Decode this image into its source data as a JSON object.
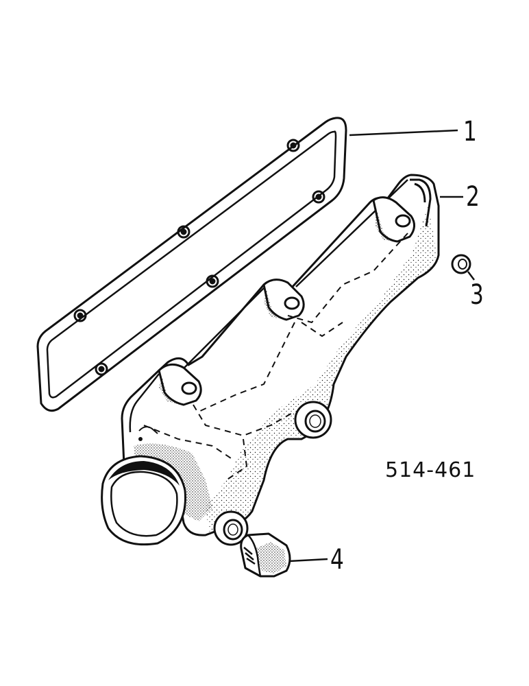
{
  "diagram": {
    "id_label": "514-461",
    "callouts": [
      {
        "label": "1",
        "part": "gasket"
      },
      {
        "label": "2",
        "part": "manifold"
      },
      {
        "label": "3",
        "part": "washer"
      },
      {
        "label": "4",
        "part": "plug"
      }
    ],
    "colors": {
      "ink": "#111111",
      "paper": "#ffffff"
    }
  }
}
